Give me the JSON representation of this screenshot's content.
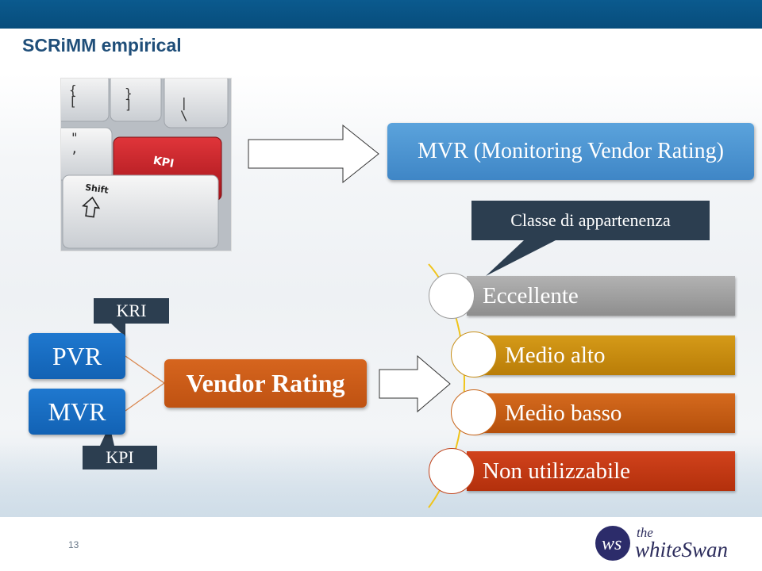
{
  "slide": {
    "title": "SCRiMM empirical",
    "page_number": "13"
  },
  "photo": {
    "key_label": "KPI",
    "shift_label": "Shift"
  },
  "boxes": {
    "mvr_full": "MVR (Monitoring Vendor Rating)",
    "pvr": "PVR",
    "mvr": "MVR",
    "vendor_rating": "Vendor Rating"
  },
  "callouts": {
    "classe": "Classe di appartenenza",
    "kri": "KRI",
    "kpi": "KPI"
  },
  "classes": [
    {
      "label": "Eccellente",
      "color": "#9e9e9e"
    },
    {
      "label": "Medio alto",
      "color": "#c88b10"
    },
    {
      "label": "Medio basso",
      "color": "#c55f16"
    },
    {
      "label": "Non utilizzabile",
      "color": "#c33a14"
    }
  ],
  "logo": {
    "monogram": "ws",
    "the": "the",
    "name": "whiteSwan"
  },
  "colors": {
    "top_bar": "#0b5a8e",
    "title": "#1f4e79",
    "blue_box": "#1a6dc2",
    "orange_box": "#c95a18",
    "callout": "#2c3e50"
  }
}
